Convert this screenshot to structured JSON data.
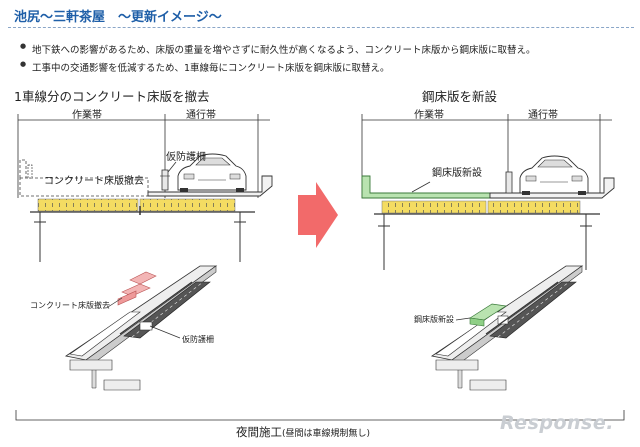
{
  "header": {
    "title": "池尻〜三軒茶屋　〜更新イメージ〜"
  },
  "bullets": [
    "地下鉄への影響があるため、床版の重量を増やさずに耐久性が高くなるよう、コンクリート床版から鋼床版に取替え。",
    "工事中の交通影響を低減するため、1車線毎にコンクリート床版を鋼床版に取替え。"
  ],
  "left_panel": {
    "title": "1車線分のコンクリート床版を撤去",
    "zone_work": "作業帯",
    "zone_traffic": "通行帯",
    "label_barrier": "仮防護柵",
    "label_removal": "コンクリート床版撤去",
    "iso_label_removal": "コンクリート床版撤去",
    "iso_label_barrier": "仮防護柵"
  },
  "right_panel": {
    "title": "鋼床版を新設",
    "zone_work": "作業帯",
    "zone_traffic": "通行帯",
    "label_new_deck": "鋼床版新設",
    "iso_label_new_deck": "鋼床版新設"
  },
  "footer": {
    "main": "夜間施工",
    "note": "(昼間は車線規制無し)"
  },
  "watermark": "Response.",
  "colors": {
    "title_blue": "#1f5fa8",
    "deck_yellow": "#f4dc62",
    "new_deck_green": "#b9e3b0",
    "arrow_pink": "#f26a6a",
    "removed_pink": "#f3b5b5"
  }
}
